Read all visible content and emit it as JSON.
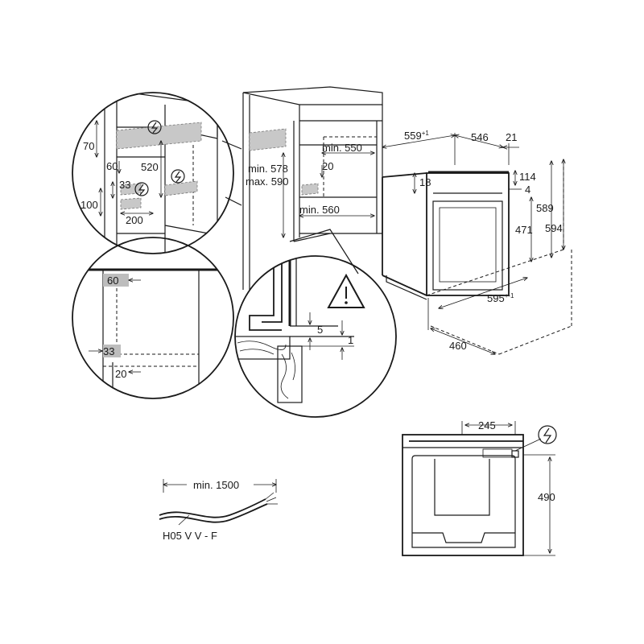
{
  "cabinet_detail": {
    "dim_70": "70",
    "dim_60": "60",
    "dim_520": "520",
    "dim_33": "33",
    "dim_100": "100",
    "dim_200": "200"
  },
  "niche": {
    "min_578": "min. 578",
    "max_590": "max. 590",
    "min_550": "min. 550",
    "dim_20": "20",
    "min_560": "min. 560"
  },
  "oven": {
    "dim_559": "559",
    "dim_559_sup": "+1",
    "dim_546": "546",
    "dim_21": "21",
    "dim_18": "18",
    "dim_114": "114",
    "dim_4": "4",
    "dim_471": "471",
    "dim_589": "589",
    "dim_594": "594",
    "dim_595": "595",
    "dim_595_sup": "+-1",
    "dim_460": "460"
  },
  "front_detail": {
    "dim_60": "60",
    "dim_33": "33",
    "dim_20": "20"
  },
  "gap_detail": {
    "dim_5": "5",
    "dim_1": "1"
  },
  "cable": {
    "length": "min. 1500",
    "type": "H05 V V - F"
  },
  "rear_view": {
    "dim_245": "245",
    "dim_490": "490"
  }
}
